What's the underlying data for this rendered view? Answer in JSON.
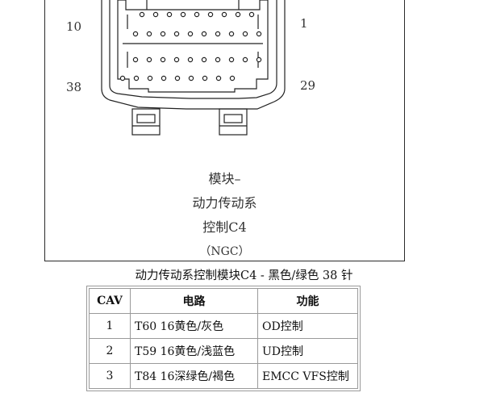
{
  "figure": {
    "pin_labels": {
      "top_left": "10",
      "top_right": "1",
      "bottom_left": "38",
      "bottom_right": "29"
    },
    "module_lines": [
      "模块–",
      "动力传动系",
      "控制C4",
      "（NGC）"
    ]
  },
  "caption": "动力传动系控制模块C4 - 黑色/绿色  38 针",
  "table": {
    "headers": [
      "CAV",
      "电路",
      "功能"
    ],
    "rows": [
      {
        "cav": "1",
        "circuit": "T60 16黄色/灰色",
        "function": "OD控制"
      },
      {
        "cav": "2",
        "circuit": "T59 16黄色/浅蓝色",
        "function": "UD控制"
      },
      {
        "cav": "3",
        "circuit": "T84 16深绿色/褐色",
        "function": "EMCC VFS控制"
      }
    ]
  }
}
